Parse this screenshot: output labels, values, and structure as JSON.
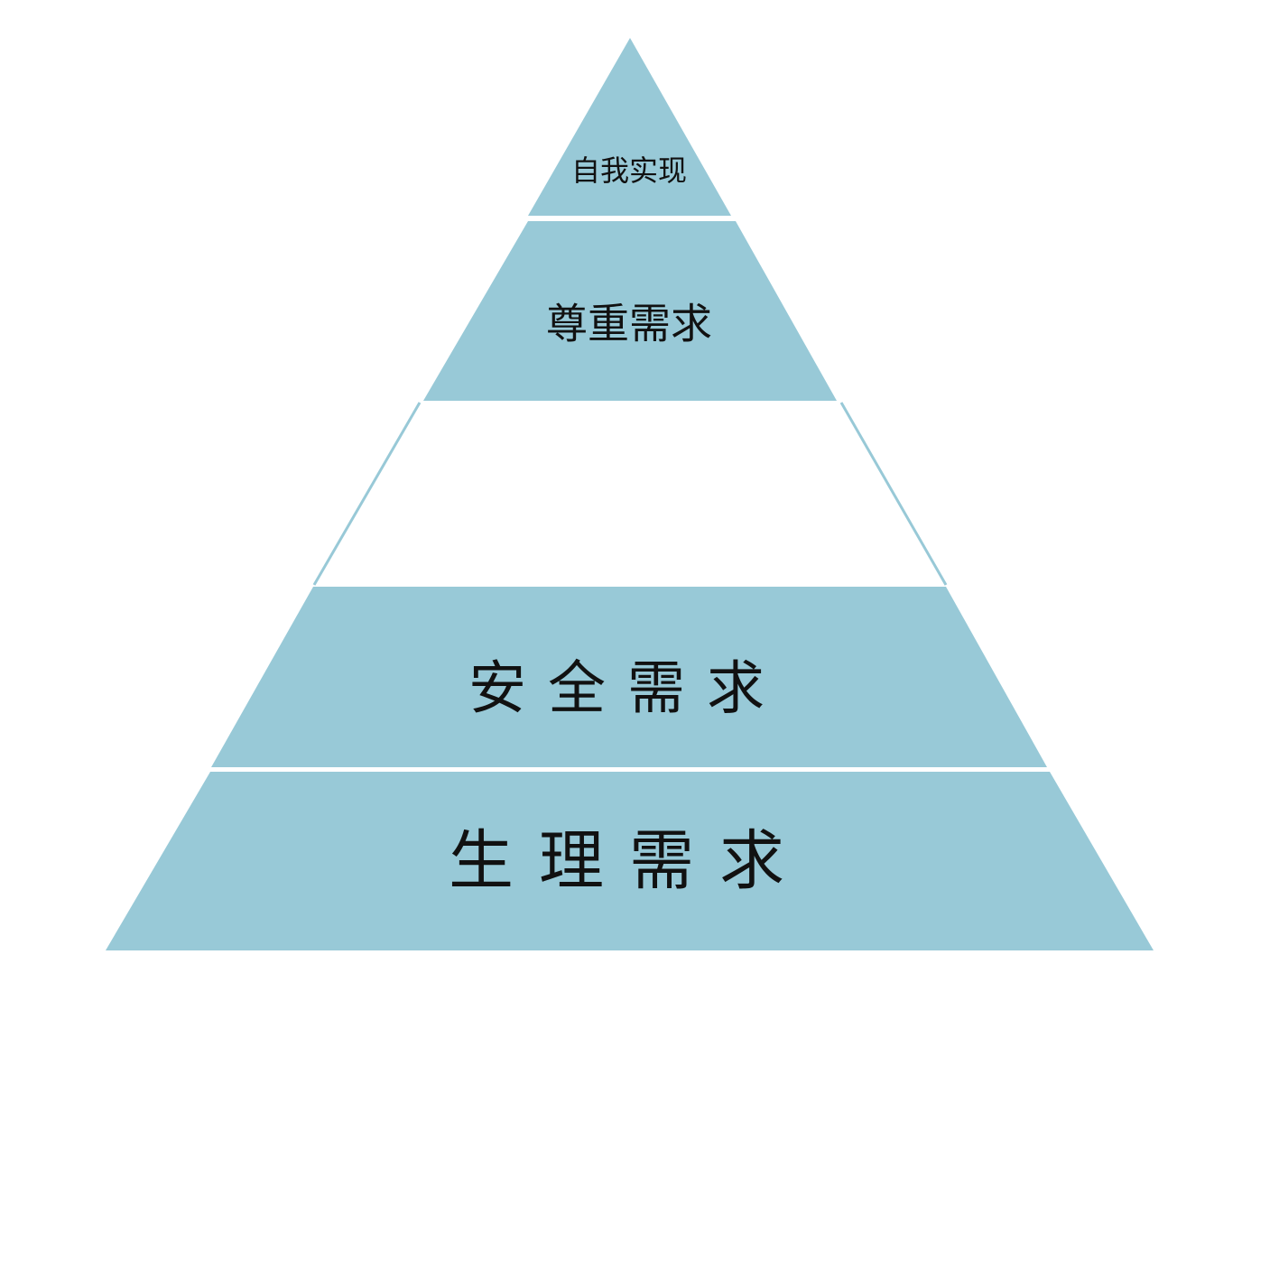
{
  "pyramid": {
    "fill_color": "#98c9d7",
    "empty_fill_color": "#ffffff",
    "outline_color": "#98c9d7",
    "text_color": "#111111",
    "layers": [
      {
        "label": "自我实现",
        "filled": true
      },
      {
        "label": "尊重需求",
        "filled": true
      },
      {
        "label": "",
        "filled": false
      },
      {
        "label": "安全需求",
        "filled": true
      },
      {
        "label": "生理需求",
        "filled": true
      }
    ]
  }
}
